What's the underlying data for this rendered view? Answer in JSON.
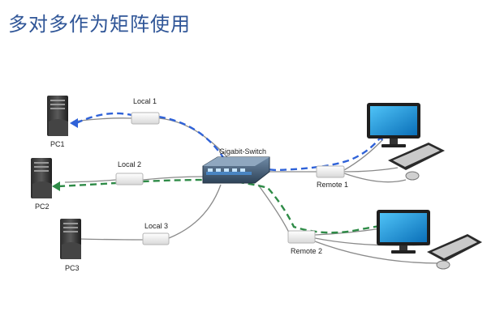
{
  "page": {
    "title": "多对多作为矩阵使用"
  },
  "diagram": {
    "switch_label": "Gigabit-Switch",
    "pcs": [
      {
        "label": "PC1"
      },
      {
        "label": "PC2"
      },
      {
        "label": "PC3"
      }
    ],
    "local_units": [
      {
        "label": "Local 1"
      },
      {
        "label": "Local 2"
      },
      {
        "label": "Local 3"
      }
    ],
    "remote_units": [
      {
        "label": "Remote 1"
      },
      {
        "label": "Remote 2"
      }
    ],
    "colors": {
      "title": "#2f5597",
      "blue_path": "#2f62d8",
      "green_path": "#2e8b47",
      "cable": "#8a8a8a"
    },
    "icons": [
      "tower-pc-icon",
      "extender-box-icon",
      "network-switch-icon",
      "monitor-icon",
      "keyboard-icon",
      "mouse-icon"
    ]
  }
}
